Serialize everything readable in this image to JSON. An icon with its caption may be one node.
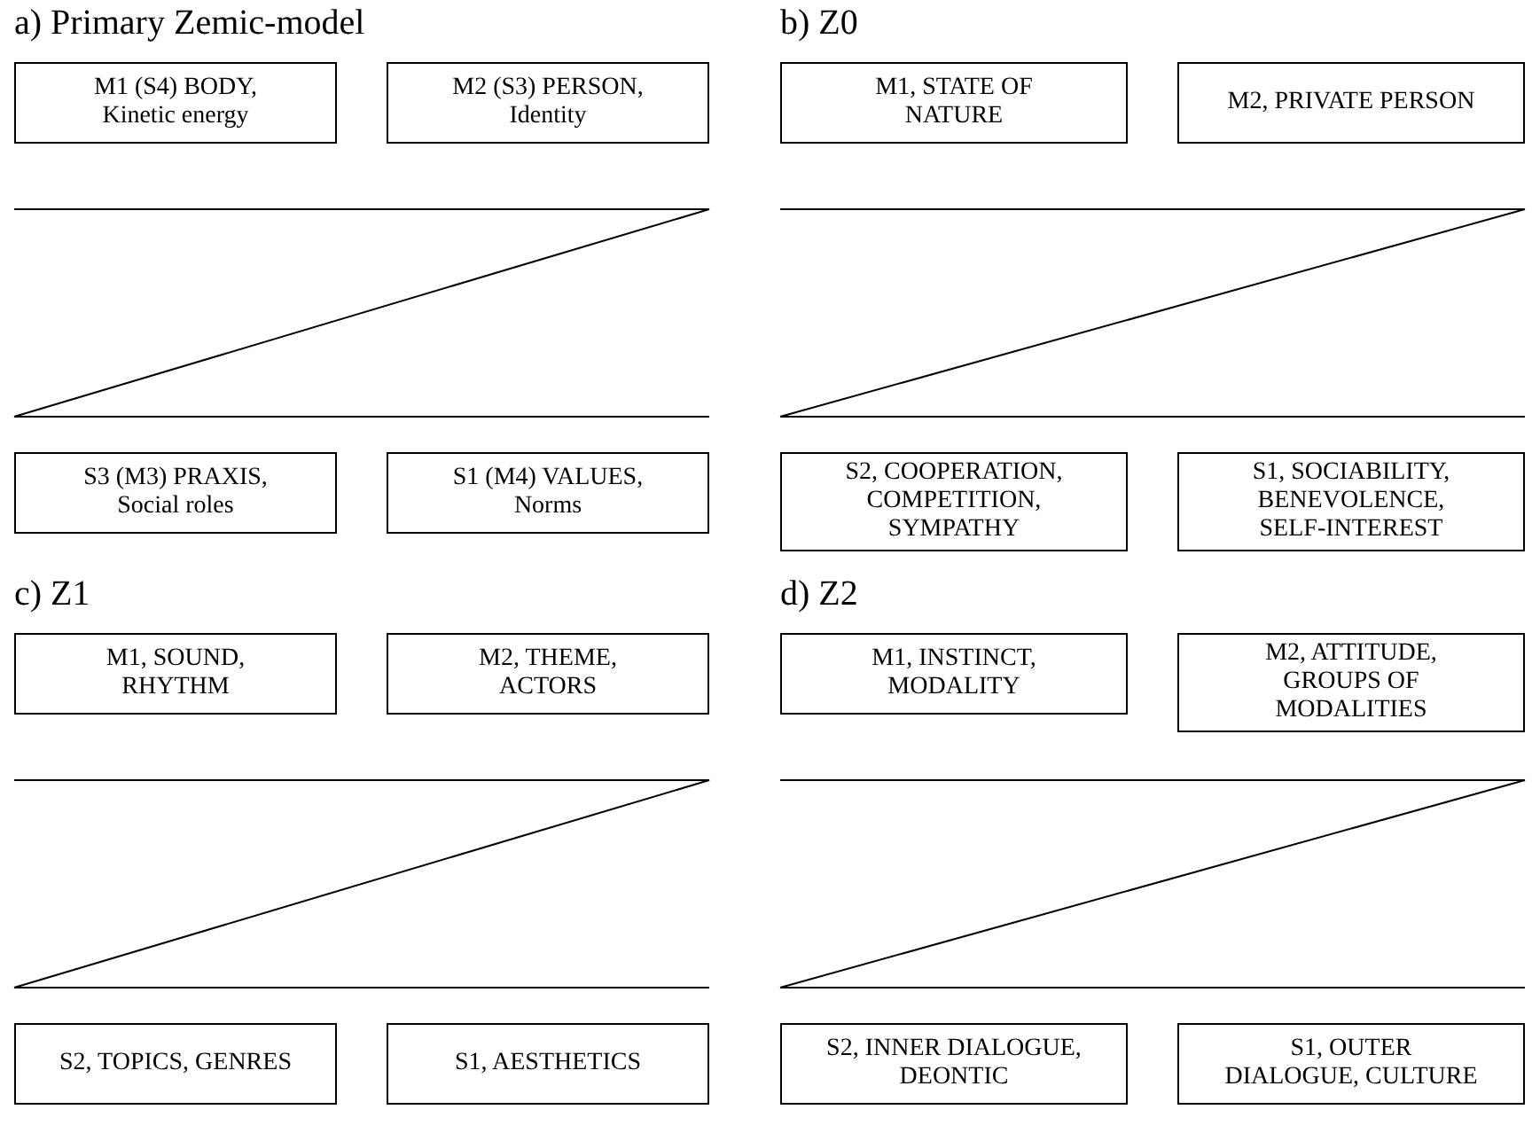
{
  "diagram": {
    "nodes": [
      {
        "text": [
          "M1 (S4) BODY, Kinetic energy"
        ]
      },
      {
        "text": [
          "M2 (S3) PERSON, Identity"
        ]
      },
      {
        "text": [
          "S3 (M3) PRAXIS, Social roles"
        ]
      },
      {
        "text": [
          "S1 (M4) VALUES, Norms"
        ]
      },
      {
        "text": [
          "M1, STATE OF NATURE"
        ]
      },
      {
        "text": [
          "M2, PRIVATE PERSON"
        ]
      },
      {
        "text": [
          "S2, COOPERATION, COMPETITION, SYMPATHY"
        ]
      },
      {
        "text": [
          "S1, SOCIABILITY, BENEVOLENCE, SELF-INTEREST"
        ]
      },
      {
        "text": [
          "M1, SOUND, RHYTHM"
        ]
      },
      {
        "text": [
          "M2, THEME, ACTORS"
        ]
      },
      {
        "text": [
          "S2, TOPICS, GENRES"
        ]
      },
      {
        "text": [
          "S1, AESTHETICS"
        ]
      },
      {
        "text": [
          "M1, INSTINCT, MODALITY"
        ]
      },
      {
        "text": [
          "M2, ATTITUDE, GROUPS OF MODALITIES"
        ]
      },
      {
        "text": [
          "S2, INNER DIALOGUE, DEONTIC"
        ]
      },
      {
        "text": [
          "S1, OUTER DIALOGUE, CULTURE"
        ]
      }
    ],
    "labels": [
      "a) Primary Zemic-model",
      "b) Z0",
      "c) Z1",
      "d) Z2"
    ]
  }
}
